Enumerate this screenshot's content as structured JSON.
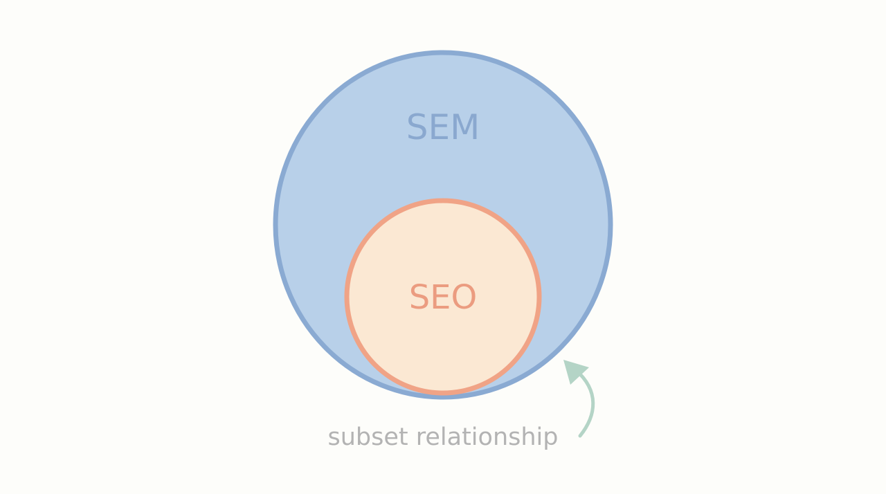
{
  "diagram": {
    "type": "nested-venn",
    "outer_set": {
      "label": "SEM",
      "fill": "#b8d0e9",
      "stroke": "#8aaad2",
      "label_color": "#8aa8cf"
    },
    "inner_set": {
      "label": "SEO",
      "fill": "#fbe8d3",
      "stroke": "#f0a386",
      "label_color": "#eb9c80"
    },
    "annotation": {
      "text": "subset relationship",
      "text_color": "#b3b3b3",
      "arrow_color": "#b4d4c6"
    },
    "background": "#fdfdfa"
  }
}
